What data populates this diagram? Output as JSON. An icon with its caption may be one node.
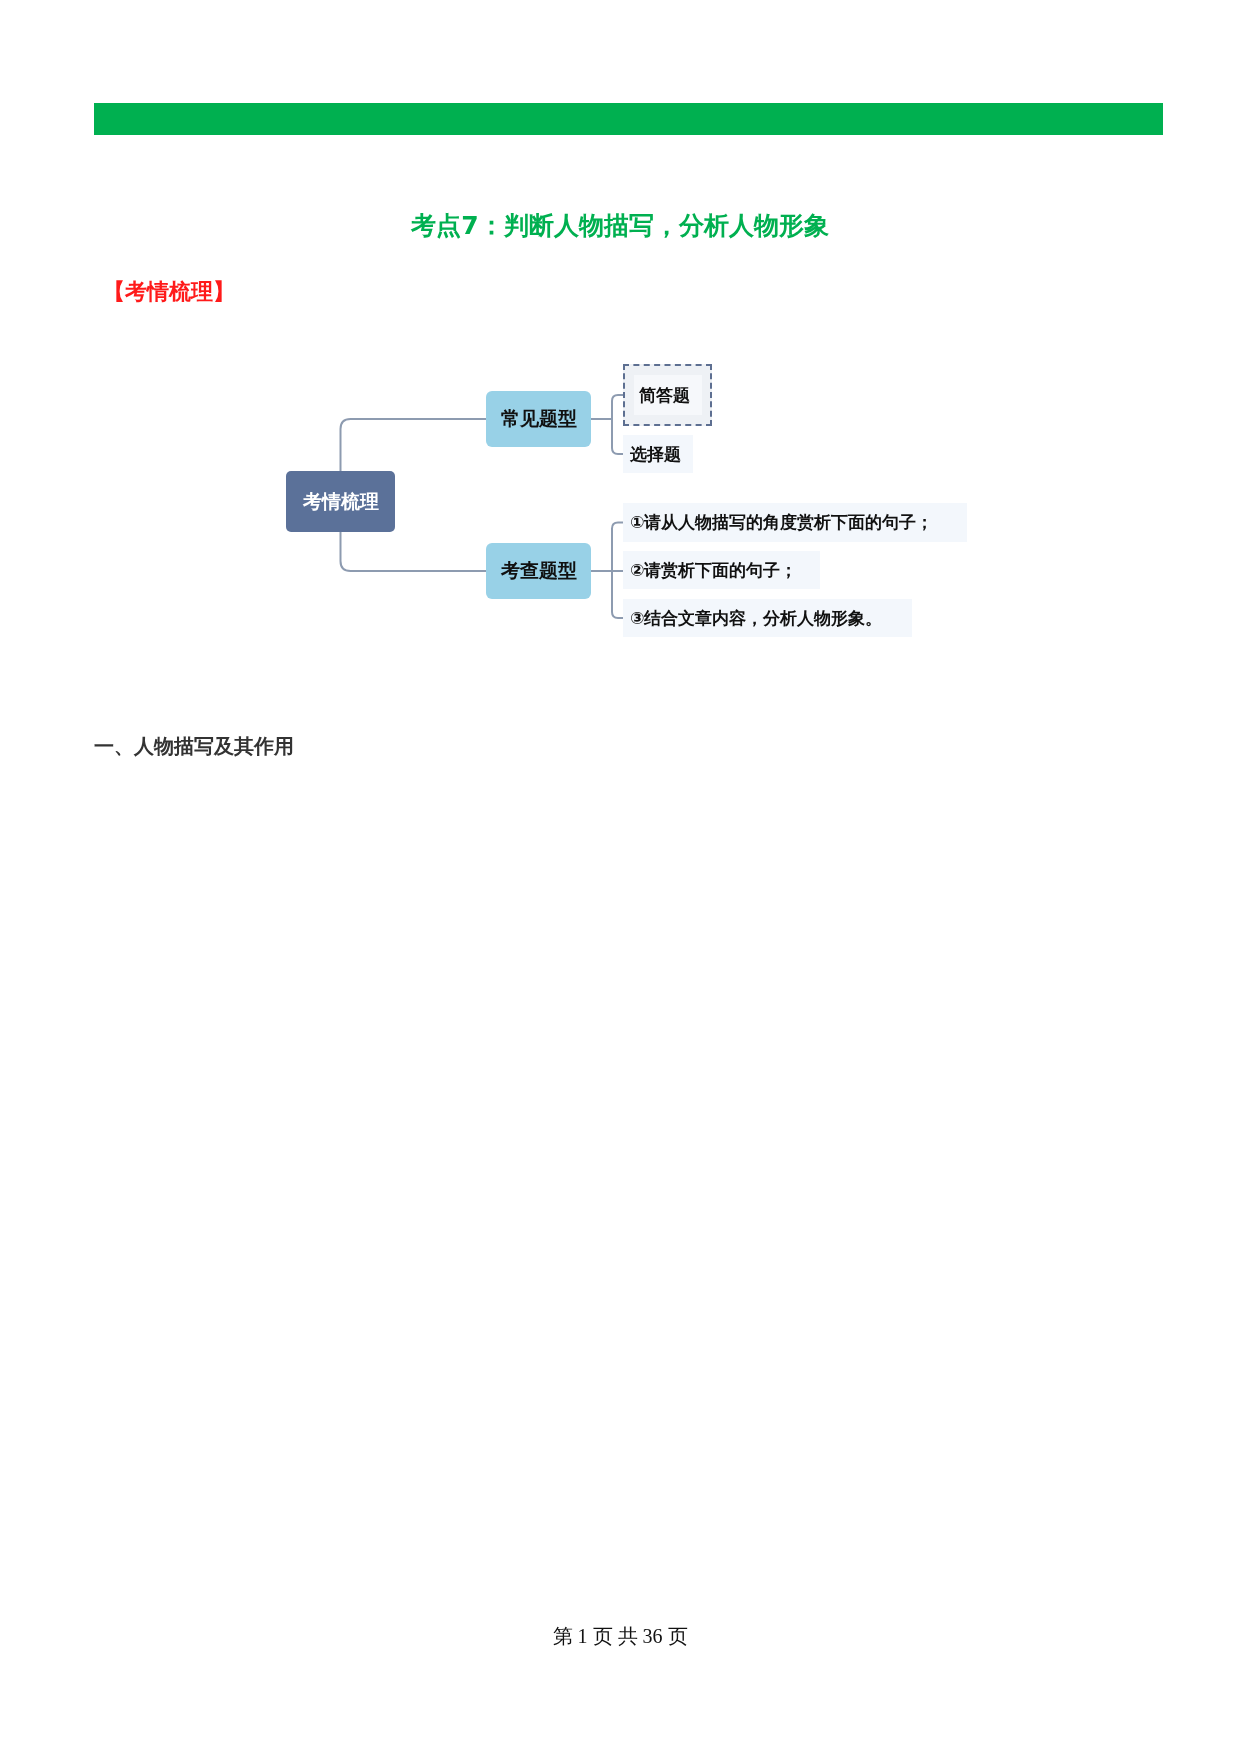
{
  "diagram": {
    "title": "考点7：判断人物描写，分析人物形象",
    "nodes": [
      {
        "text": [
          "考情梳理"
        ]
      },
      {
        "text": [
          "常见题型"
        ]
      },
      {
        "text": [
          "简答题"
        ]
      },
      {
        "text": [
          "选择题"
        ]
      },
      {
        "text": [
          "考查题型"
        ]
      },
      {
        "text": [
          "①请从人物描写的角度赏析下面的句子；"
        ]
      },
      {
        "text": [
          "②请赏析下面的句子；"
        ]
      },
      {
        "text": [
          "③结合文章内容，分析人物形象。"
        ]
      }
    ],
    "edges": [
      {
        "from": 0,
        "to": 1,
        "arrow": "none"
      },
      {
        "from": 0,
        "to": 4,
        "arrow": "none"
      },
      {
        "from": 1,
        "to": 2,
        "arrow": "none"
      },
      {
        "from": 1,
        "to": 3,
        "arrow": "none"
      },
      {
        "from": 4,
        "to": 5,
        "arrow": "none"
      },
      {
        "from": 4,
        "to": 6,
        "arrow": "none"
      },
      {
        "from": 4,
        "to": 7,
        "arrow": "none"
      }
    ],
    "labels": [
      "【考情梳理】",
      "一、人物描写及其作用",
      "第 1 页 共 36 页"
    ]
  }
}
